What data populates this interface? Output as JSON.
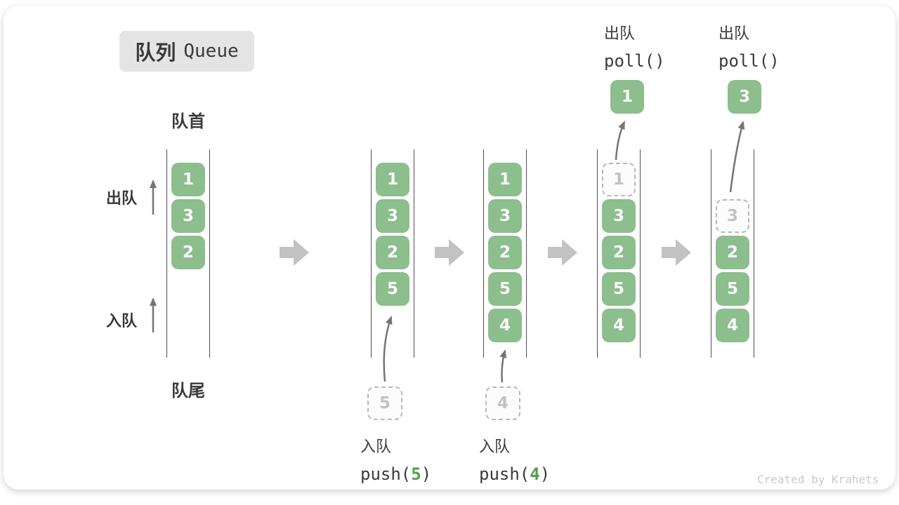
{
  "title": {
    "zh": "队列",
    "en": "Queue"
  },
  "side_labels": {
    "front": "队首",
    "rear": "队尾",
    "dequeue": "出队",
    "enqueue": "入队"
  },
  "columns": [
    {
      "slots": [
        {
          "value": "1",
          "state": "filled"
        },
        {
          "value": "3",
          "state": "filled"
        },
        {
          "value": "2",
          "state": "filled"
        }
      ]
    },
    {
      "slots": [
        {
          "value": "1",
          "state": "filled"
        },
        {
          "value": "3",
          "state": "filled"
        },
        {
          "value": "2",
          "state": "filled"
        },
        {
          "value": "5",
          "state": "filled"
        }
      ]
    },
    {
      "slots": [
        {
          "value": "1",
          "state": "filled"
        },
        {
          "value": "3",
          "state": "filled"
        },
        {
          "value": "2",
          "state": "filled"
        },
        {
          "value": "5",
          "state": "filled"
        },
        {
          "value": "4",
          "state": "filled"
        }
      ]
    },
    {
      "slots": [
        {
          "value": "1",
          "state": "dashed"
        },
        {
          "value": "3",
          "state": "filled"
        },
        {
          "value": "2",
          "state": "filled"
        },
        {
          "value": "5",
          "state": "filled"
        },
        {
          "value": "4",
          "state": "filled"
        }
      ]
    },
    {
      "slots": [
        {
          "state": "empty"
        },
        {
          "value": "3",
          "state": "dashed"
        },
        {
          "value": "2",
          "state": "filled"
        },
        {
          "value": "5",
          "state": "filled"
        },
        {
          "value": "4",
          "state": "filled"
        }
      ]
    }
  ],
  "staged_items": [
    {
      "value": "5"
    },
    {
      "value": "4"
    }
  ],
  "popped_items": [
    {
      "value": "1"
    },
    {
      "value": "3"
    }
  ],
  "operations": {
    "enqueue1": {
      "label": "入队",
      "code_open": "push(",
      "arg": "5",
      "code_close": ")"
    },
    "enqueue2": {
      "label": "入队",
      "code_open": "push(",
      "arg": "4",
      "code_close": ")"
    },
    "dequeue1": {
      "label": "出队",
      "code": "poll()"
    },
    "dequeue2": {
      "label": "出队",
      "code": "poll()"
    }
  },
  "watermark": "Created by Krahets",
  "colors": {
    "item_green": "#8DBE8D",
    "arg_green": "#4FA050",
    "block_arrow": "#C2C2C2"
  }
}
